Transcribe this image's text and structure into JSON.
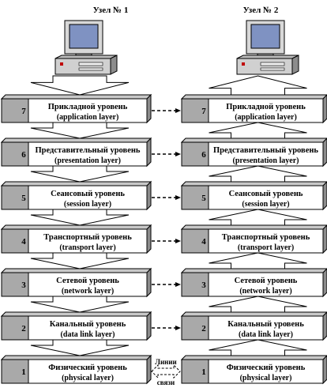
{
  "nodes": [
    {
      "title": "Узел № 1"
    },
    {
      "title": "Узел № 2"
    }
  ],
  "layers": [
    {
      "num": "7",
      "name": "Прикладной уровень",
      "eng": "(application layer)"
    },
    {
      "num": "6",
      "name": "Представительный уровень",
      "eng": "(presentation layer)"
    },
    {
      "num": "5",
      "name": "Сеансовый уровень",
      "eng": "(session layer)"
    },
    {
      "num": "4",
      "name": "Транспортный уровень",
      "eng": "(transport layer)"
    },
    {
      "num": "3",
      "name": "Сетевой уровень",
      "eng": "(network layer)"
    },
    {
      "num": "2",
      "name": "Канальный уровень",
      "eng": "(data link layer)"
    },
    {
      "num": "1",
      "name": "Физический уровень",
      "eng": "(physical layer)"
    }
  ],
  "link": {
    "line1": "Линии",
    "line2": "связи"
  },
  "colors": {
    "block_front": "#ffffff",
    "block_side": "#8c8c8c",
    "block_top": "#c8c8c8",
    "border": "#000000",
    "screen": "#7f92c2"
  }
}
